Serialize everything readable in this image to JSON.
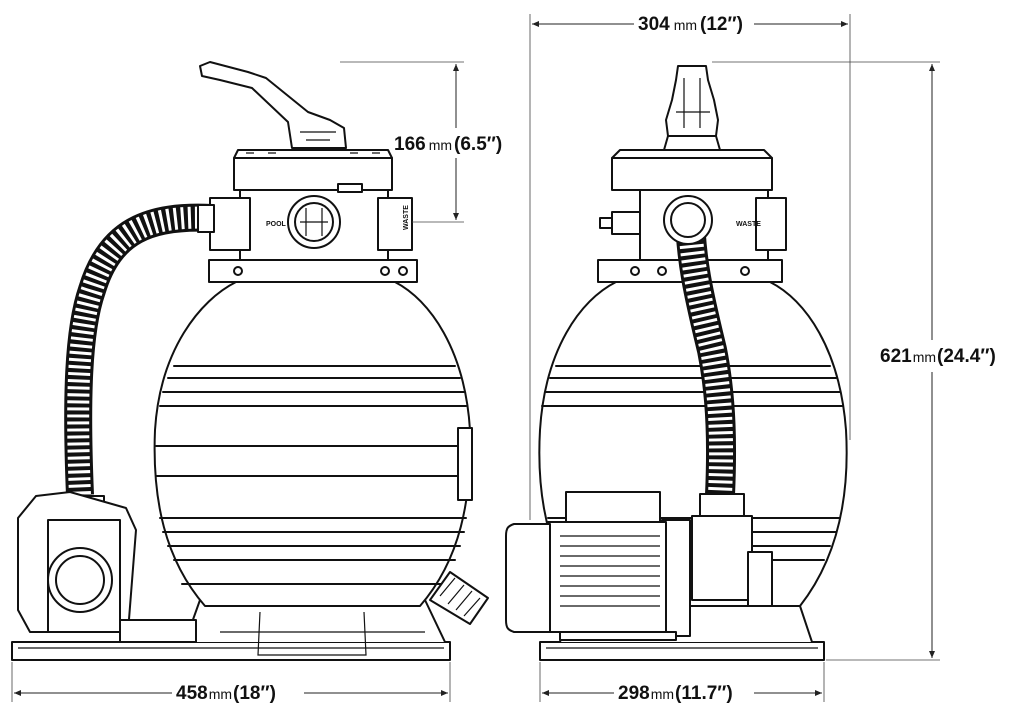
{
  "dimensions": {
    "valve_height": {
      "value": "166",
      "unit": "mm",
      "imperial": "(6.5″)"
    },
    "width_top": {
      "value": "304",
      "unit": "mm",
      "imperial": "(12″)"
    },
    "total_height": {
      "value": "621",
      "unit": "mm",
      "imperial": "(24.4″)"
    },
    "base_width_front": {
      "value": "458",
      "unit": "mm",
      "imperial": "(18″)"
    },
    "base_width_side": {
      "value": "298",
      "unit": "mm",
      "imperial": "(11.7″)"
    }
  },
  "valve_port_labels": {
    "pool": "POOL",
    "waste": "WASTE"
  },
  "colors": {
    "line": "#111111",
    "background": "#ffffff"
  }
}
